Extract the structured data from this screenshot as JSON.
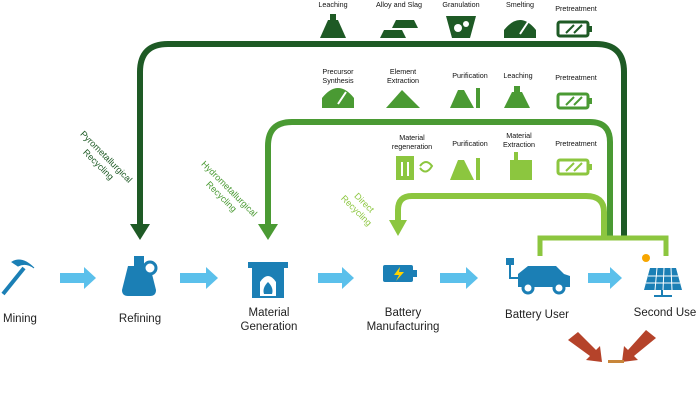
{
  "stages": [
    {
      "label": "Mining",
      "icon": "pickaxe-icon"
    },
    {
      "label": "Refining",
      "icon": "flask-gear-icon"
    },
    {
      "label": "Material\nGeneration",
      "icon": "furnace-icon"
    },
    {
      "label": "Battery\nManufacturing",
      "icon": "battery-icon"
    },
    {
      "label": "Battery User",
      "icon": "electric-car-icon"
    },
    {
      "label": "Second Use",
      "icon": "solar-panel-icon"
    }
  ],
  "routes": {
    "pyro": {
      "label": "Pyrometallurgical\nRecycling",
      "steps": [
        "Leaching",
        "Alloy and Slag",
        "Granulation",
        "Smelting",
        "Pretreatment"
      ]
    },
    "hydro": {
      "label": "Hydrometallurgical\nRecycling",
      "steps": [
        "Precursor\nSynthesis",
        "Element\nExtraction",
        "Purification",
        "Leaching",
        "Pretreatment"
      ]
    },
    "direct": {
      "label": "Direct\nRecycling",
      "steps": [
        "Material\nregeneration",
        "Purification",
        "Material\nExtraction",
        "Pretreatment"
      ]
    }
  },
  "colors": {
    "pyro": "#1e5a25",
    "hydro": "#4a9a33",
    "direct": "#8cc63f",
    "flow_arrow": "#5bc0eb",
    "icon": "#1b7fb5",
    "end_arrow": "#b5432a"
  }
}
